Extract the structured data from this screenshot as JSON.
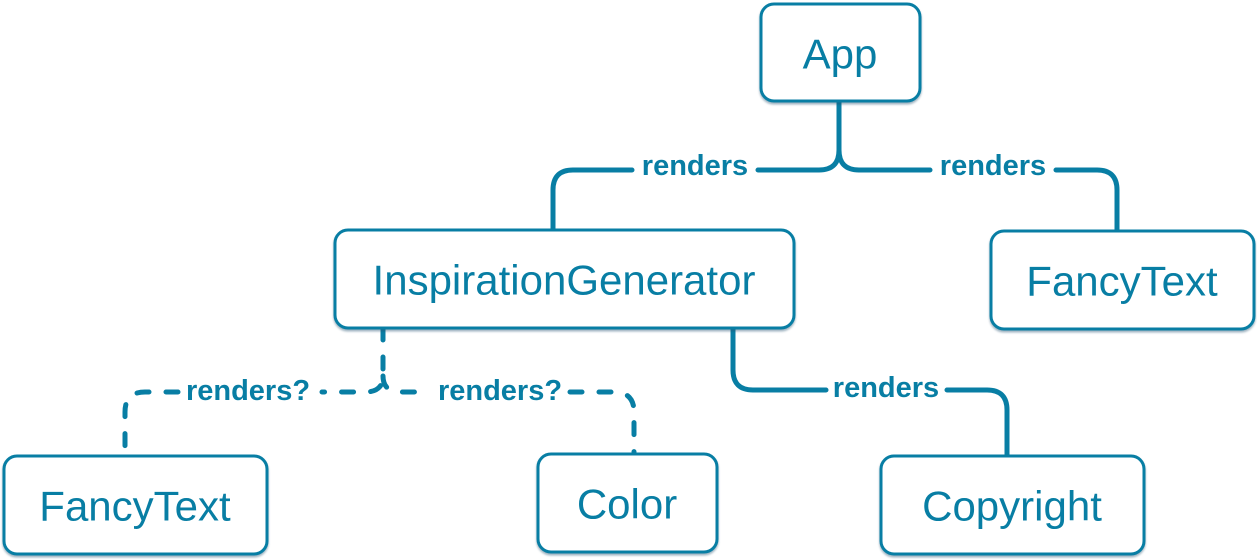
{
  "diagram": {
    "type": "component-render-tree",
    "accent_color": "#087ea4",
    "node_fill": "#ffffff",
    "background": "#ffffff",
    "nodes": {
      "app": {
        "label": "App"
      },
      "inspiration_generator": {
        "label": "InspirationGenerator"
      },
      "fancy_text_right": {
        "label": "FancyText"
      },
      "fancy_text_bottom": {
        "label": "FancyText"
      },
      "color": {
        "label": "Color"
      },
      "copyright": {
        "label": "Copyright"
      }
    },
    "edges": [
      {
        "from": "App",
        "to": "InspirationGenerator",
        "label": "renders",
        "style": "solid"
      },
      {
        "from": "App",
        "to": "FancyText",
        "label": "renders",
        "style": "solid"
      },
      {
        "from": "InspirationGenerator",
        "to": "FancyText",
        "label": "renders?",
        "style": "dashed"
      },
      {
        "from": "InspirationGenerator",
        "to": "Color",
        "label": "renders?",
        "style": "dashed"
      },
      {
        "from": "InspirationGenerator",
        "to": "Copyright",
        "label": "renders",
        "style": "solid"
      }
    ]
  }
}
